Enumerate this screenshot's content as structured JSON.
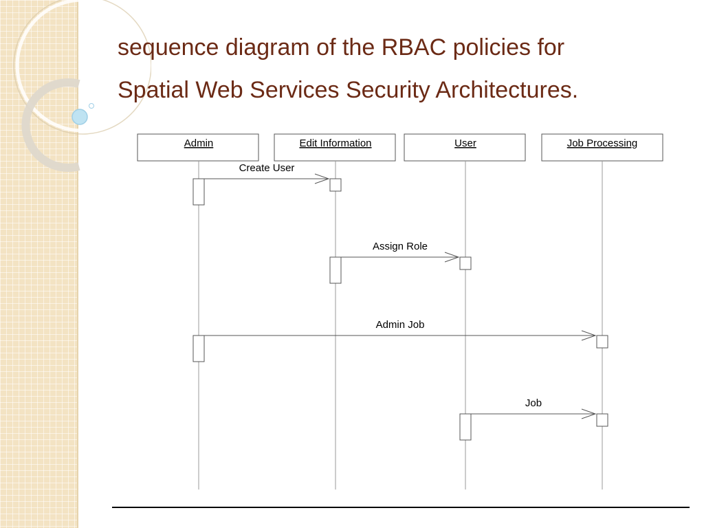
{
  "title": {
    "line1": "sequence diagram of the RBAC policies for",
    "line2": "Spatial Web Services Security Architectures."
  },
  "diagram": {
    "lifelines": [
      {
        "label": "Admin"
      },
      {
        "label": "Edit Information"
      },
      {
        "label": "User"
      },
      {
        "label": "Job Processing"
      }
    ],
    "messages": [
      {
        "label": "Create User",
        "from": "Admin",
        "to": "Edit Information"
      },
      {
        "label": "Assign Role",
        "from": "Edit Information",
        "to": "User"
      },
      {
        "label": "Admin Job",
        "from": "Admin",
        "to": "Job Processing"
      },
      {
        "label": "Job",
        "from": "User",
        "to": "Job Processing"
      }
    ]
  },
  "colors": {
    "title": "#6b2a15",
    "side_band": "#f3e3c3",
    "diagram_line": "#000000",
    "lifeline": "#999999"
  }
}
